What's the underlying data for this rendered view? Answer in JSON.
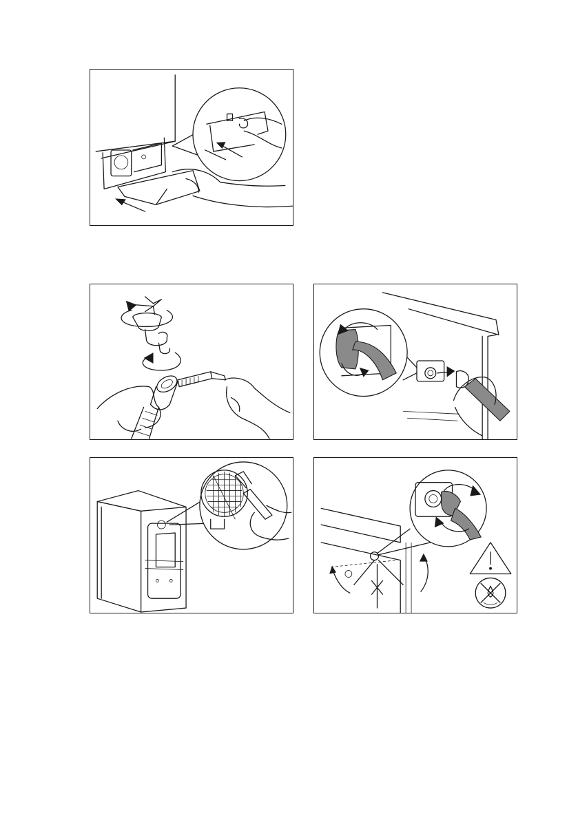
{
  "figures": [
    {
      "id": "p1",
      "illustration": "remove-detergent-dispenser-drawer"
    },
    {
      "id": "p2",
      "illustration": "clean-tap-and-hose-filter-with-brush"
    },
    {
      "id": "p3",
      "illustration": "unscrew-inlet-hose-from-machine"
    },
    {
      "id": "p4",
      "illustration": "clean-inlet-valve-filter-with-brush"
    },
    {
      "id": "p5",
      "illustration": "refit-inlet-hose-and-tighten"
    }
  ],
  "icons": [
    "warning-triangle-icon",
    "no-leak-icon"
  ]
}
